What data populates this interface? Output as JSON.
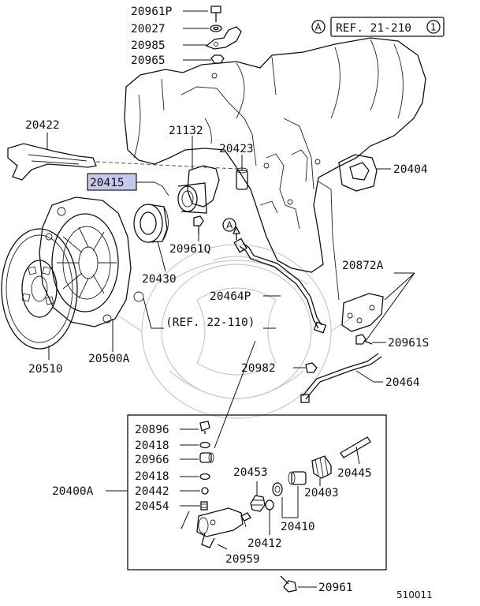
{
  "diagram_id": "510011",
  "ref_box": {
    "marker": "A",
    "text": "REF. 21-210",
    "circled_number": "1"
  },
  "marker_a": "A",
  "refs": {
    "clutch_ref": "(REF. 22-110)"
  },
  "highlighted_part": "20415",
  "parts": {
    "p20961P": "20961P",
    "p20027": "20027",
    "p20985": "20985",
    "p20965": "20965",
    "p20422": "20422",
    "p21132": "21132",
    "p20423": "20423",
    "p20404": "20404",
    "p20415": "20415",
    "p20961Q": "20961Q",
    "p20430": "20430",
    "p20872A": "20872A",
    "p20464P": "20464P",
    "p20961S": "20961S",
    "p20510": "20510",
    "p20500A": "20500A",
    "p20982": "20982",
    "p20464": "20464",
    "p20896": "20896",
    "p20418a": "20418",
    "p20966": "20966",
    "p20418b": "20418",
    "p20442": "20442",
    "p20454": "20454",
    "p20400A": "20400A",
    "p20453": "20453",
    "p20445": "20445",
    "p20403": "20403",
    "p20410": "20410",
    "p20412": "20412",
    "p20959": "20959",
    "p20961": "20961"
  },
  "colors": {
    "highlight": "#c7c8ee",
    "line": "#111111",
    "watermark": "#cfcfcf"
  }
}
